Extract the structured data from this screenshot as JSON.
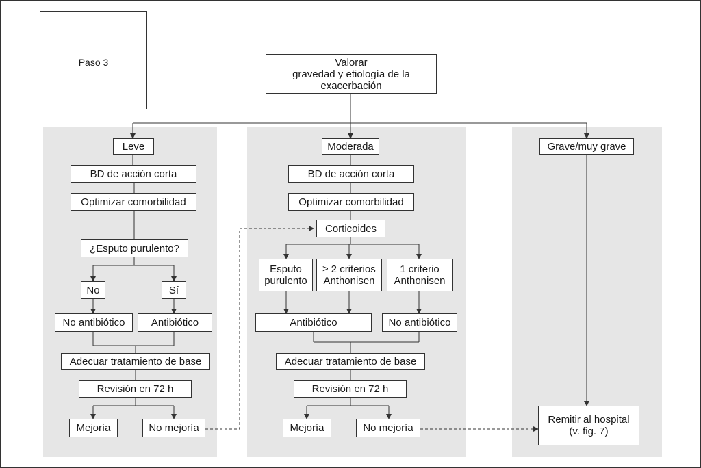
{
  "step_label": "Paso 3",
  "root": "Valorar\ngravedad y etiología de la\nexacerbación",
  "left": {
    "severity": "Leve",
    "bd": "BD de acción corta",
    "optimize": "Optimizar comorbilidad",
    "question": "¿Esputo purulento?",
    "no": "No",
    "yes": "Sí",
    "no_antibiotic": "No antibiótico",
    "antibiotic": "Antibiótico",
    "adjust": "Adecuar tratamiento de base",
    "review": "Revisión en 72 h",
    "improve": "Mejoría",
    "no_improve": "No mejoría"
  },
  "middle": {
    "severity": "Moderada",
    "bd": "BD de acción corta",
    "optimize": "Optimizar comorbilidad",
    "corticoids": "Corticoides",
    "sputum": "Esputo\npurulento",
    "two_criteria": "≥ 2 criterios\nAnthonisen",
    "one_criterion": "1 criterio\nAnthonisen",
    "antibiotic": "Antibiótico",
    "no_antibiotic": "No antibiótico",
    "adjust": "Adecuar tratamiento de base",
    "review": "Revisión en 72 h",
    "improve": "Mejoría",
    "no_improve": "No mejoría"
  },
  "right": {
    "severity": "Grave/muy grave",
    "refer": "Remitir al hospital\n(v. fig. 7)"
  }
}
